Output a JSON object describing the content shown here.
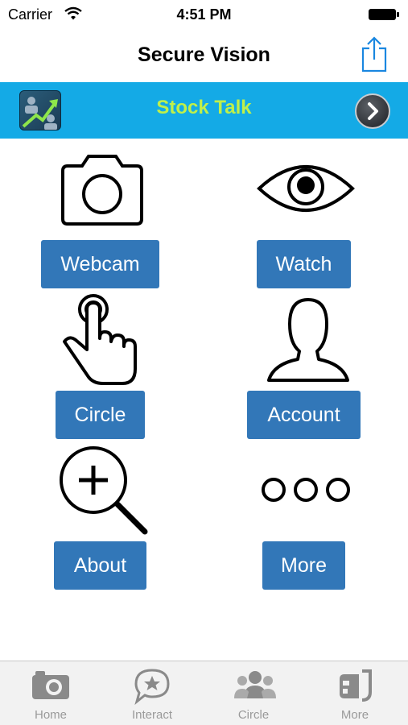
{
  "status_bar": {
    "carrier": "Carrier",
    "time": "4:51 PM"
  },
  "nav": {
    "title": "Secure Vision"
  },
  "banner": {
    "title": "Stock Talk",
    "background": "#14aae6",
    "title_color": "#bff04a"
  },
  "tiles": [
    {
      "label": "Webcam",
      "icon": "camera-icon"
    },
    {
      "label": "Watch",
      "icon": "eye-icon"
    },
    {
      "label": "Circle",
      "icon": "hand-pointer-icon"
    },
    {
      "label": "Account",
      "icon": "user-icon"
    },
    {
      "label": "About",
      "icon": "magnifier-plus-icon"
    },
    {
      "label": "More",
      "icon": "three-dots-icon"
    }
  ],
  "button_color": "#3277b8",
  "tab_bar": {
    "items": [
      {
        "label": "Home",
        "icon": "camera-icon"
      },
      {
        "label": "Interact",
        "icon": "chat-star-icon"
      },
      {
        "label": "Circle",
        "icon": "group-icon"
      },
      {
        "label": "More",
        "icon": "more-icon"
      }
    ]
  }
}
